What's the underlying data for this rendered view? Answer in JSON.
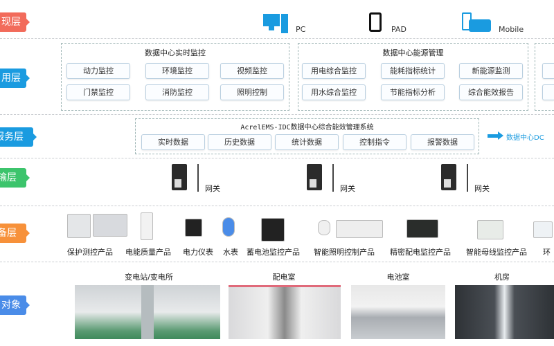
{
  "layers": [
    {
      "label": "现层",
      "color": "#f26b5b"
    },
    {
      "label": "用层",
      "color": "#1a9be0"
    },
    {
      "label": "服务层",
      "color": "#1a9be0"
    },
    {
      "label": "输层",
      "color": "#3cc46c"
    },
    {
      "label": "备层",
      "color": "#f7913a"
    },
    {
      "label": "对象",
      "color": "#4a8ce8"
    }
  ],
  "display": {
    "pc": "PC",
    "pad": "PAD",
    "mobile": "Mobile"
  },
  "app": {
    "box1": {
      "title": "数据中心实时监控",
      "items": [
        "动力监控",
        "环境监控",
        "视频监控",
        "门禁监控",
        "消防监控",
        "照明控制"
      ]
    },
    "box2": {
      "title": "数据中心能源管理",
      "items": [
        "用电综合监控",
        "能耗指标统计",
        "新能源监测",
        "用水综合监控",
        "节能指标分析",
        "综合能效报告"
      ]
    }
  },
  "service": {
    "title": "AcrelEMS-IDC数据中心综合能效管理系统",
    "items": [
      "实时数据",
      "历史数据",
      "统计数据",
      "控制指令",
      "报警数据"
    ],
    "arrow_text": "数据中心DC"
  },
  "transport": {
    "gateway_label": "网关"
  },
  "devices": [
    "保护测控产品",
    "电能质量产品",
    "电力仪表",
    "水表",
    "蓄电池监控产品",
    "智能照明控制产品",
    "精密配电监控产品",
    "智能母线监控产品",
    "环"
  ],
  "objects": [
    "变电站/变电所",
    "配电室",
    "电池室",
    "机房"
  ]
}
